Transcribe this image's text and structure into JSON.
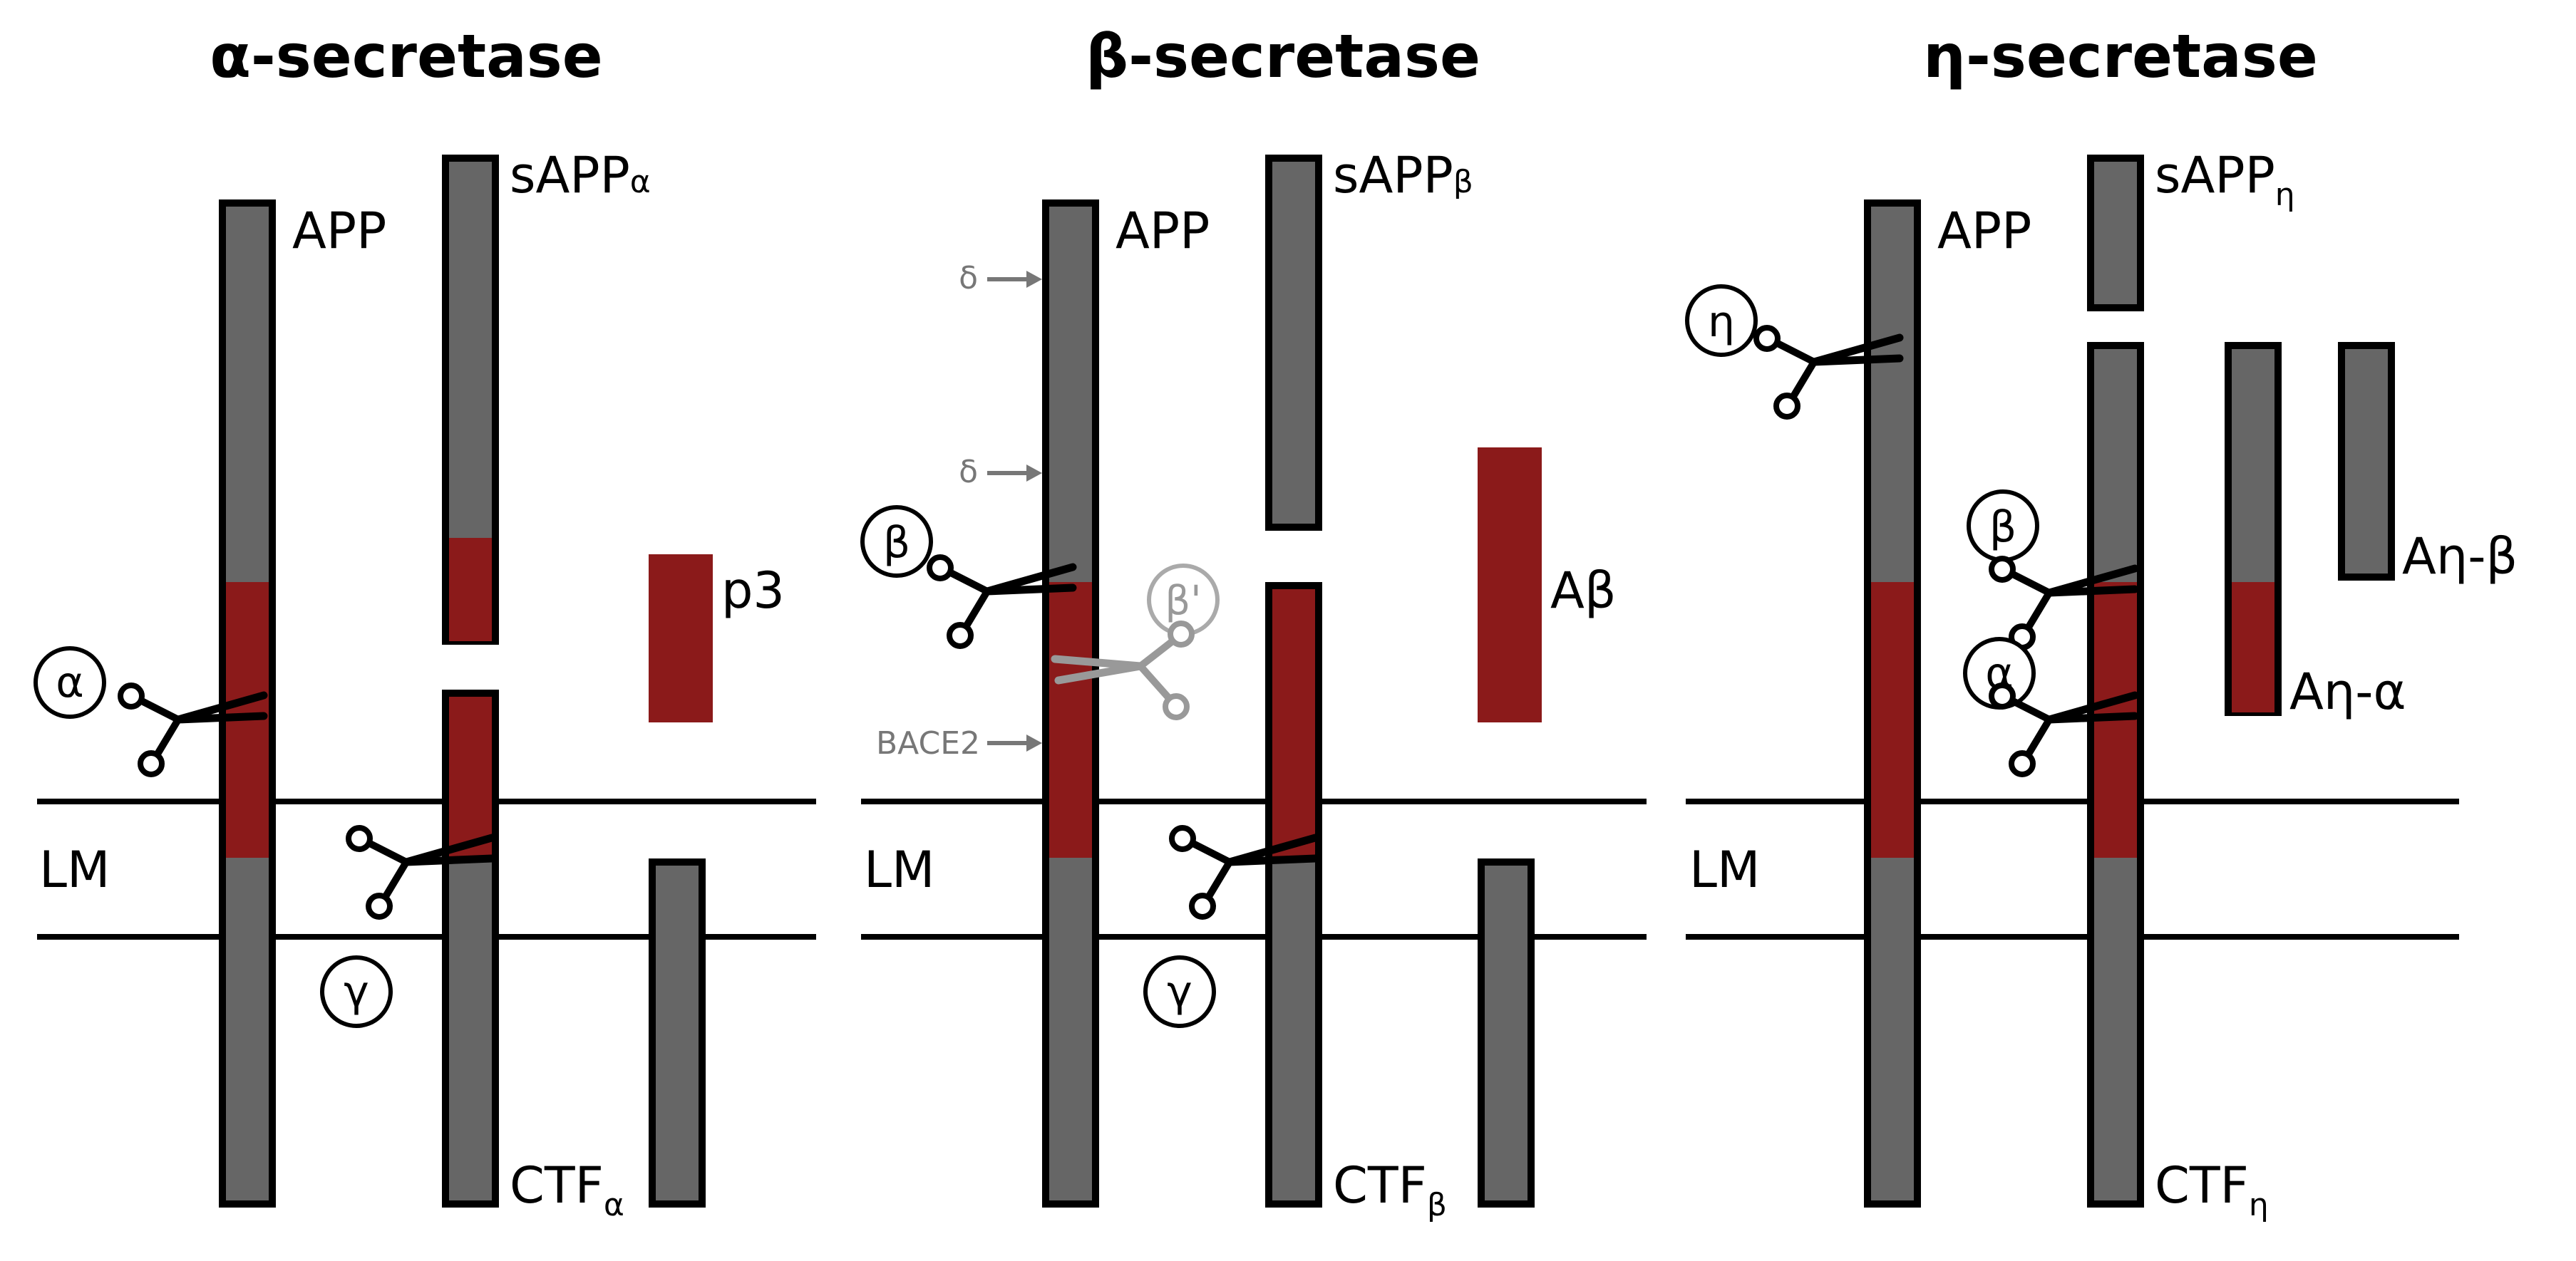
{
  "panels": [
    {
      "title": "α-secretase",
      "app_label": "APP",
      "lm_label": "LM",
      "cut_top": {
        "prefix": "sAPP",
        "sub": "α"
      },
      "cut_bottom": {
        "prefix": "CTF",
        "sub": "α"
      },
      "fragment": "p3",
      "enzymes": [
        "α",
        "γ"
      ]
    },
    {
      "title": "β-secretase",
      "app_label": "APP",
      "lm_label": "LM",
      "cut_top": {
        "prefix": "sAPP",
        "sub": "β"
      },
      "cut_bottom": {
        "prefix": "CTF",
        "sub": "β"
      },
      "fragment": "Aβ",
      "enzymes": [
        "β",
        "γ"
      ],
      "alt_enzyme": "β'",
      "sites": [
        "δ",
        "δ",
        "BACE2"
      ]
    },
    {
      "title": "η-secretase",
      "app_label": "APP",
      "lm_label": "LM",
      "cut_top": {
        "prefix": "sAPP",
        "sub": "η"
      },
      "cut_bottom": {
        "prefix": "CTF",
        "sub": "η"
      },
      "fragments": [
        "Aη-β",
        "Aη-α"
      ],
      "enzymes": [
        "η",
        "β",
        "α"
      ]
    }
  ],
  "colors": {
    "bar": "#666666",
    "abeta_region": "#8b1a1a",
    "membrane": "#000000",
    "secondary": "#999999"
  },
  "icons": [
    "scissors-icon"
  ]
}
